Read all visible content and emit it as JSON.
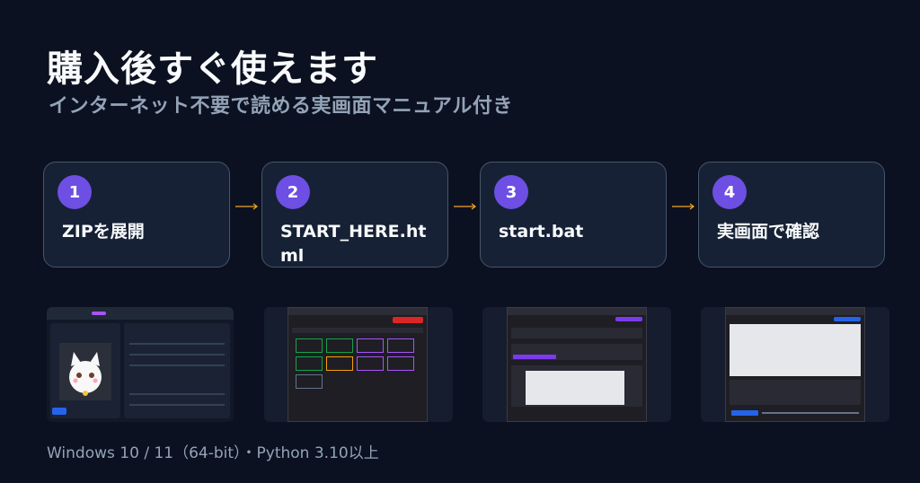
{
  "header": {
    "title": "購入後すぐ使えます",
    "subtitle": "インターネット不要で読める実画面マニュアル付き"
  },
  "steps": [
    {
      "number": "1",
      "label": "ZIPを展開"
    },
    {
      "number": "2",
      "label": "START_HERE.html"
    },
    {
      "number": "3",
      "label": "start.bat"
    },
    {
      "number": "4",
      "label": "実画面で確認"
    }
  ],
  "colors": {
    "background": "#0b1120",
    "card": "#162135",
    "badge": "#6d4fe3",
    "arrow": "#f5a623"
  },
  "footer": {
    "requirements": "Windows 10 / 11（64-bit）・Python 3.10以上"
  }
}
